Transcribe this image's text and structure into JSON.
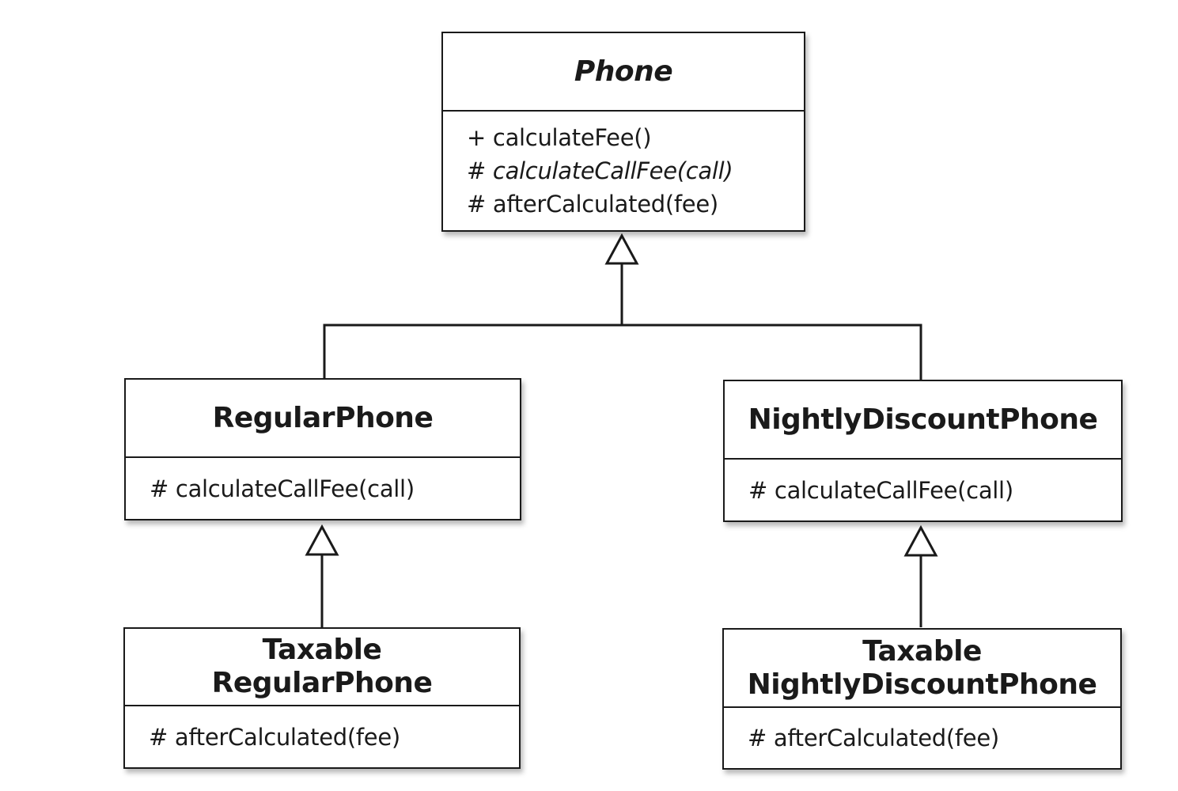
{
  "classes": {
    "phone": {
      "name": "Phone",
      "operations": [
        {
          "visibility": "+",
          "signature": "calculateFee()"
        },
        {
          "visibility": "#",
          "signature": "calculateCallFee(call)"
        },
        {
          "visibility": "#",
          "signature": "afterCalculated(fee)"
        }
      ]
    },
    "regular_phone": {
      "name": "RegularPhone",
      "operations": [
        {
          "visibility": "#",
          "signature": "calculateCallFee(call)"
        }
      ]
    },
    "nightly_discount_phone": {
      "name": "NightlyDiscountPhone",
      "operations": [
        {
          "visibility": "#",
          "signature": "calculateCallFee(call)"
        }
      ]
    },
    "taxable_regular_phone": {
      "name_line_1": "Taxable",
      "name_line_2": "RegularPhone",
      "operations": [
        {
          "visibility": "#",
          "signature": "afterCalculated(fee)"
        }
      ]
    },
    "taxable_nightly_discount_phone": {
      "name_line_1": "Taxable",
      "name_line_2": "NightlyDiscountPhone",
      "operations": [
        {
          "visibility": "#",
          "signature": "afterCalculated(fee)"
        }
      ]
    }
  }
}
